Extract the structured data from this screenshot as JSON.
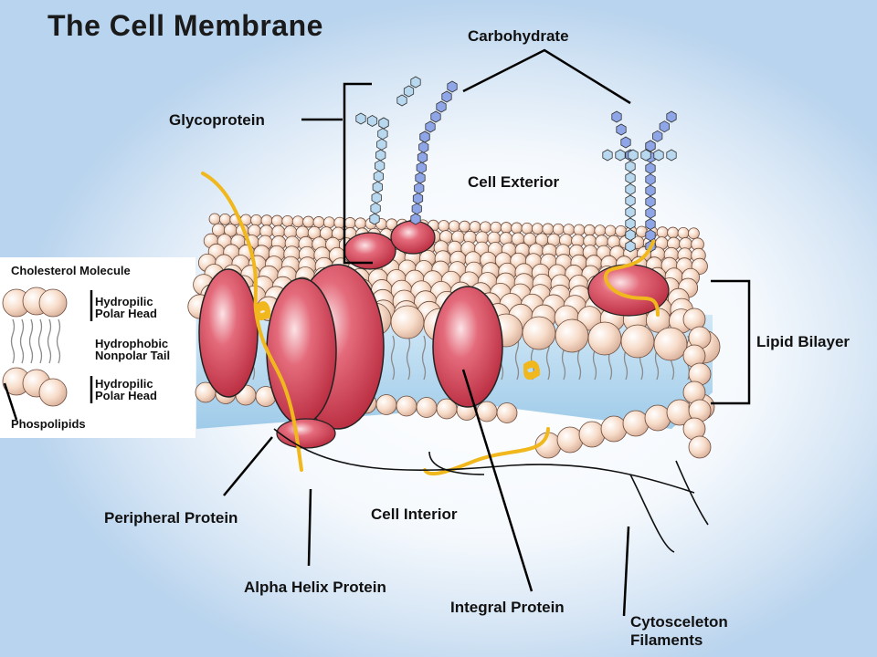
{
  "title": "The Cell Membrane",
  "labels": {
    "carbohydrate": "Carbohydrate",
    "glycoprotein": "Glycoprotein",
    "cell_exterior": "Cell Exterior",
    "lipid_bilayer": "Lipid Bilayer",
    "peripheral_protein": "Peripheral Protein",
    "cell_interior": "Cell Interior",
    "alpha_helix_protein": "Alpha Helix Protein",
    "integral_protein": "Integral Protein",
    "cytoskeleton_1": "Cytosceleton",
    "cytoskeleton_2": "Filaments"
  },
  "inset": {
    "cholesterol": "Cholesterol Molecule",
    "hydrophilic_top_1": "Hydropilic",
    "hydrophilic_top_2": "Polar Head",
    "hydrophobic_1": "Hydrophobic",
    "hydrophobic_2": "Nonpolar Tail",
    "hydrophilic_bot_1": "Hydropilic",
    "hydrophilic_bot_2": "Polar Head",
    "phospholipids": "Phospolipids"
  },
  "colors": {
    "protein": "#d9475a",
    "head": "#f6d9c6",
    "interior": "#bcdaf0",
    "helix": "#f0b81c",
    "carb": "#8ea6e8"
  }
}
